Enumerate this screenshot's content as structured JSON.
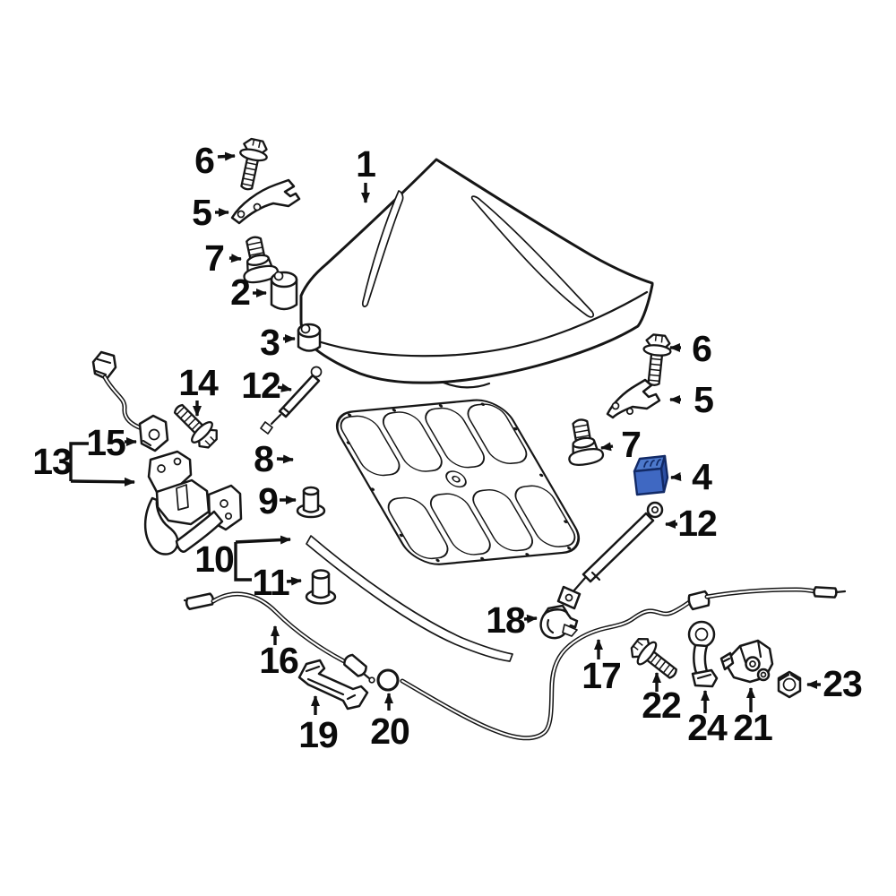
{
  "figure": {
    "type": "exploded-parts-diagram",
    "subject": "hood-assembly",
    "background": "#ffffff",
    "line_color": "#161616",
    "label_color": "#0b0b0b",
    "highlighted_part": "4"
  },
  "colors": {
    "highlight_top": "#4d79cc",
    "highlight_front": "#3f68c2",
    "highlight_side": "#2c4fa3",
    "highlight_outline": "#122a66"
  },
  "callouts": {
    "c1": "1",
    "c2": "2",
    "c3": "3",
    "c4": "4",
    "c5": "5",
    "c5r": "5",
    "c6": "6",
    "c6r": "6",
    "c7": "7",
    "c7r": "7",
    "c8": "8",
    "c9": "9",
    "c10": "10",
    "c11": "11",
    "c12": "12",
    "c12r": "12",
    "c13": "13",
    "c14": "14",
    "c15": "15",
    "c16": "16",
    "c17": "17",
    "c18": "18",
    "c19": "19",
    "c20": "20",
    "c21": "21",
    "c22": "22",
    "c23": "23",
    "c24": "24"
  }
}
